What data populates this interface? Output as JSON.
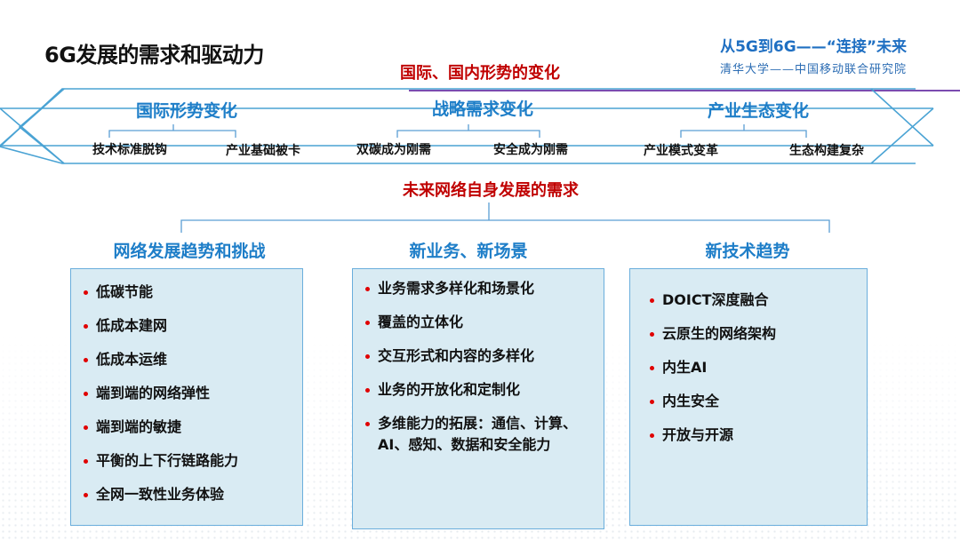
{
  "header": {
    "title": "6G发展的需求和驱动力",
    "brand_main": "从5G到6G——“连接”未来",
    "brand_sub": "清华大学——中国移动联合研究院"
  },
  "section1": {
    "heading": "国际、国内形势的变化",
    "categories": [
      {
        "title": "国际形势变化",
        "items": [
          "技术标准脱钩",
          "产业基础被卡"
        ]
      },
      {
        "title": "战略需求变化",
        "items": [
          "双碳成为刚需",
          "安全成为刚需"
        ]
      },
      {
        "title": "产业生态变化",
        "items": [
          "产业模式变革",
          "生态构建复杂"
        ]
      }
    ]
  },
  "section2": {
    "heading": "未来网络自身发展的需求",
    "columns": [
      {
        "title": "网络发展趋势和挑战",
        "items": [
          "低碳节能",
          "低成本建网",
          "低成本运维",
          "端到端的网络弹性",
          "端到端的敏捷",
          "平衡的上下行链路能力",
          "全网一致性业务体验"
        ]
      },
      {
        "title": "新业务、新场景",
        "items": [
          "业务需求多样化和场景化",
          "覆盖的立体化",
          "交互形式和内容的多样化",
          "业务的开放化和定制化",
          "多维能力的拓展：通信、计算、AI、感知、数据和安全能力"
        ]
      },
      {
        "title": "新技术趋势",
        "items": [
          "DOICT深度融合",
          "云原生的网络架构",
          "内生AI",
          "内生安全",
          "开放与开源"
        ]
      }
    ]
  },
  "colors": {
    "accent_blue": "#1e7ec8",
    "heading_red": "#c00000",
    "panel_bg": "#d9ebf3",
    "panel_border": "#6aaedc",
    "line_purple": "#7a4bb0"
  }
}
